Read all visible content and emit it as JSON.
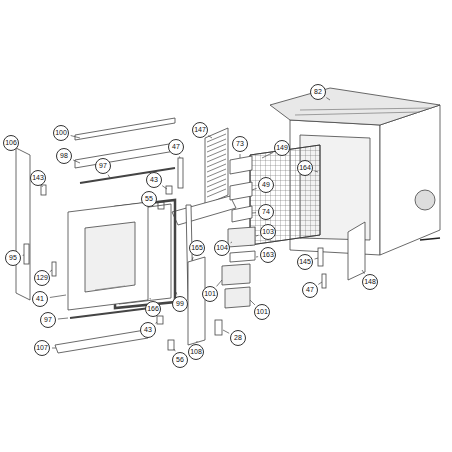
{
  "diagram": {
    "labels": [
      "82",
      "100",
      "147",
      "106",
      "73",
      "47",
      "149",
      "98",
      "97",
      "164",
      "143",
      "43",
      "49",
      "55",
      "74",
      "103",
      "165",
      "104",
      "163",
      "95",
      "145",
      "129",
      "101",
      "47",
      "41",
      "148",
      "99",
      "166",
      "101",
      "97",
      "43",
      "28",
      "107",
      "108",
      "56"
    ]
  }
}
